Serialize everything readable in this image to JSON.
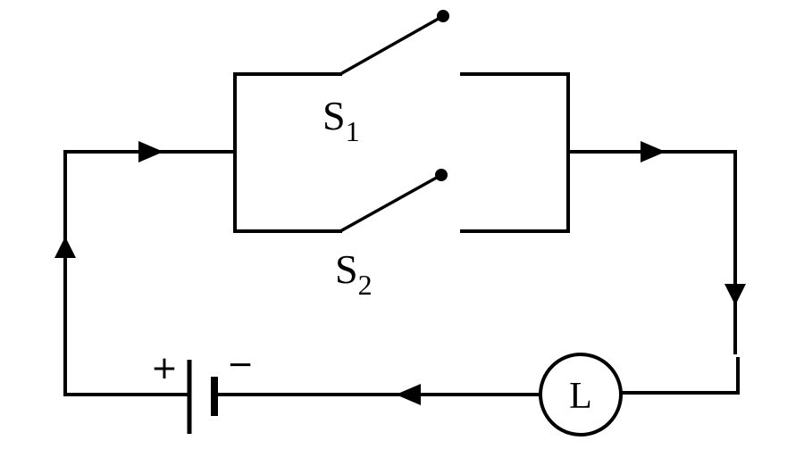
{
  "components": {
    "switch_1": {
      "label_main": "S",
      "label_sub": "1"
    },
    "switch_2": {
      "label_main": "S",
      "label_sub": "2"
    },
    "lamp": {
      "label": "L"
    },
    "battery": {
      "plus": "+",
      "minus": "−"
    }
  },
  "colors": {
    "line": "#000000",
    "background": "#ffffff"
  }
}
